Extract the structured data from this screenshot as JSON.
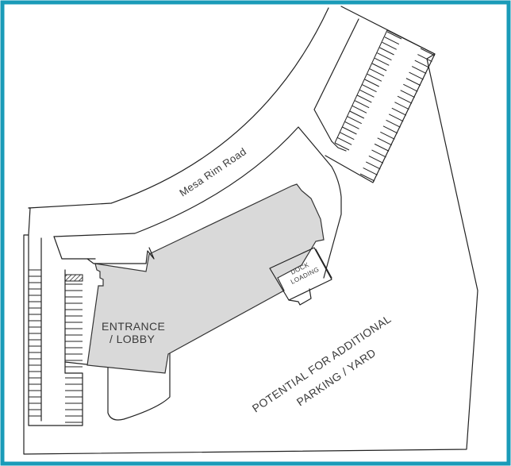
{
  "map": {
    "road_label": "Mesa Rim Road",
    "building": {
      "lobby_line1": "ENTRANCE",
      "lobby_line2": "/ LOBBY"
    },
    "dock": {
      "line1": "DOCK",
      "line2": "LOADING"
    },
    "potential_area": {
      "line1": "POTENTIAL FOR ADDITIONAL",
      "line2": "PARKING / YARD"
    },
    "colors": {
      "frame": "#1a9bb8",
      "building_fill": "#d9d9d9",
      "outline": "#222222",
      "label": "#3a3a3a"
    }
  }
}
